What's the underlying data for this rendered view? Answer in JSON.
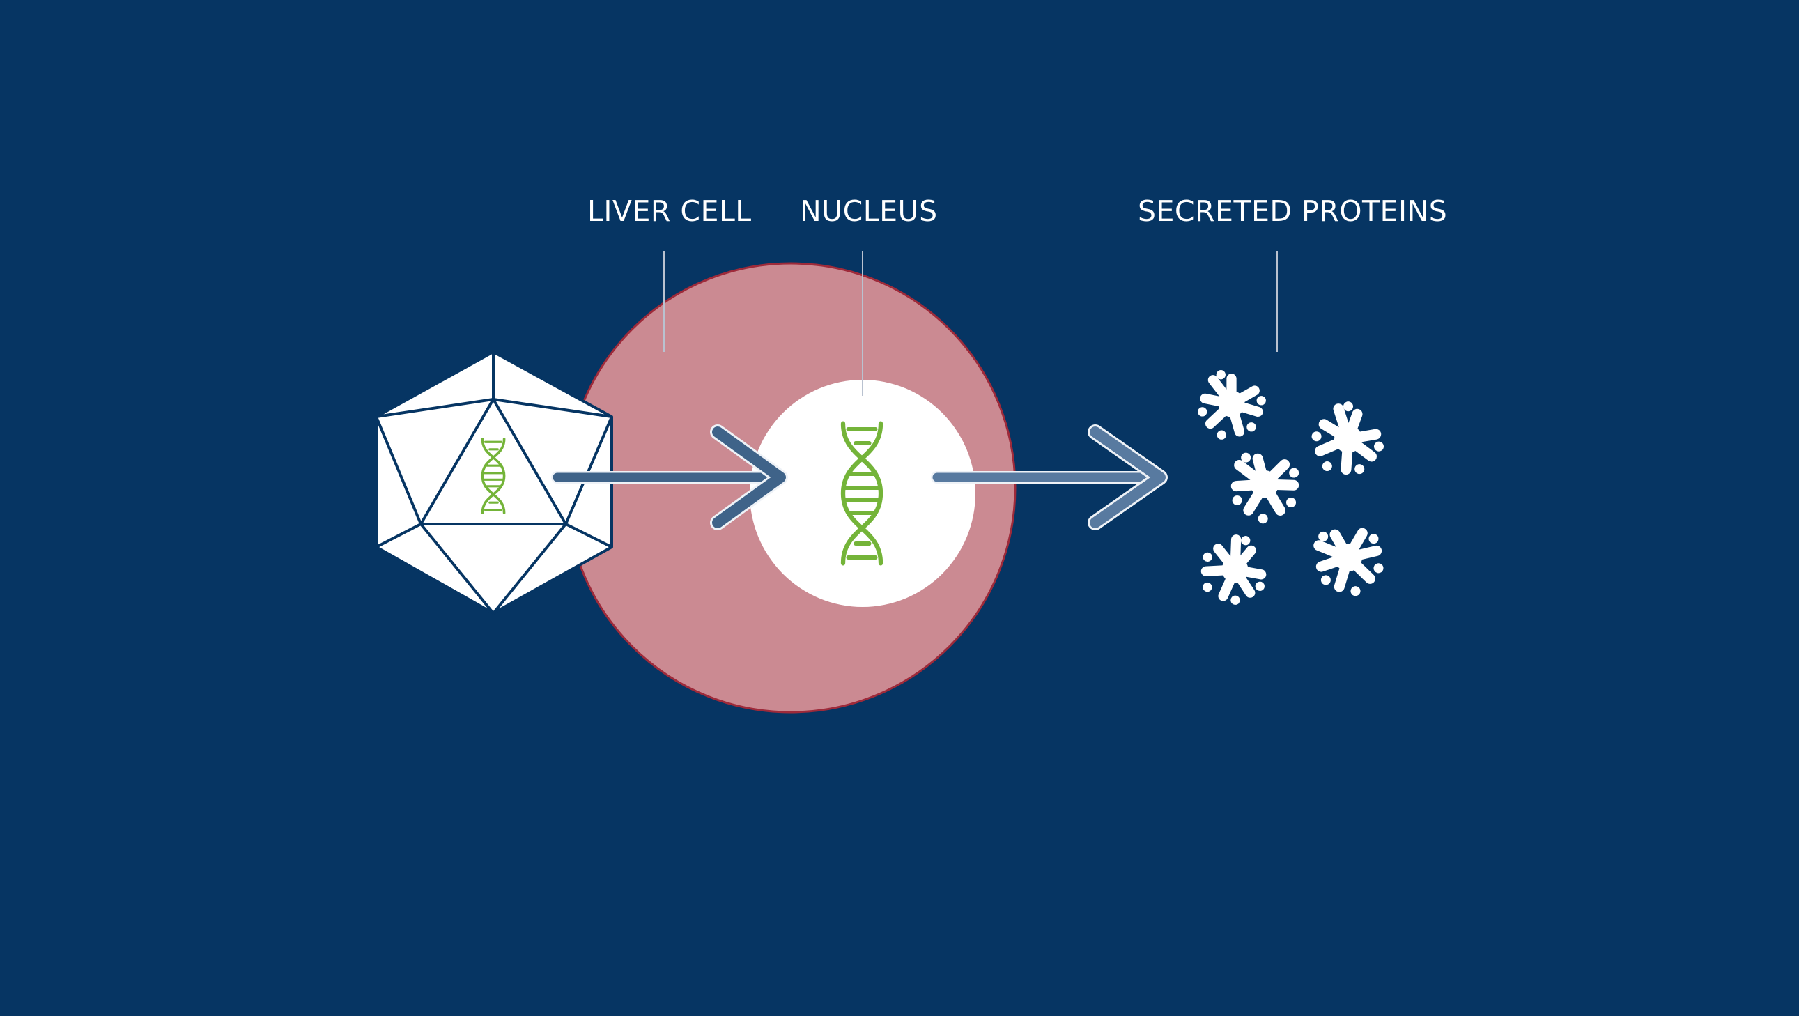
{
  "labels": {
    "liver_cell": "LIVER CELL",
    "nucleus": "NUCLEUS",
    "secreted_proteins": "SECRETED PROTEINS"
  },
  "colors": {
    "background": "#063563",
    "cell": "#cb8a92",
    "cell_border": "#9e2a3a",
    "nucleus": "#ffffff",
    "capsid_fill": "#ffffff",
    "capsid_stroke": "#063563",
    "dna": "#74b439",
    "arrow": "#3f6389",
    "arrow_2": "#587aa0",
    "protein": "#ffffff",
    "leader_line": "#b9c2d0"
  },
  "icons": {
    "capsid": "icosahedron-capsid-icon",
    "dna": "dna-helix-icon",
    "protein": "protein-icon"
  }
}
